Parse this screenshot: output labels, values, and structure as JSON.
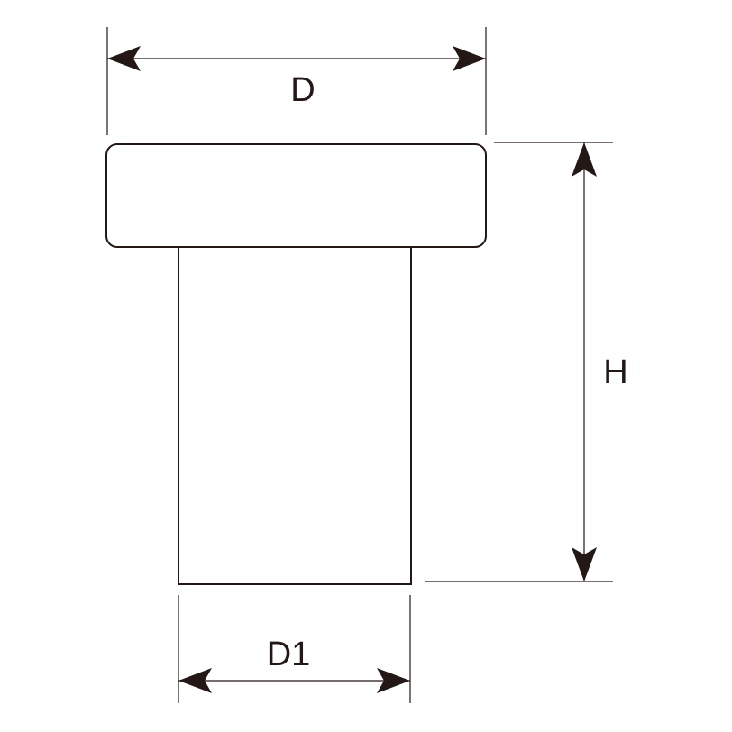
{
  "dimensions": {
    "width_label": "D",
    "height_label": "H",
    "shaft_diameter_label": "D1"
  },
  "colors": {
    "line": "#231815",
    "background": "#ffffff"
  }
}
